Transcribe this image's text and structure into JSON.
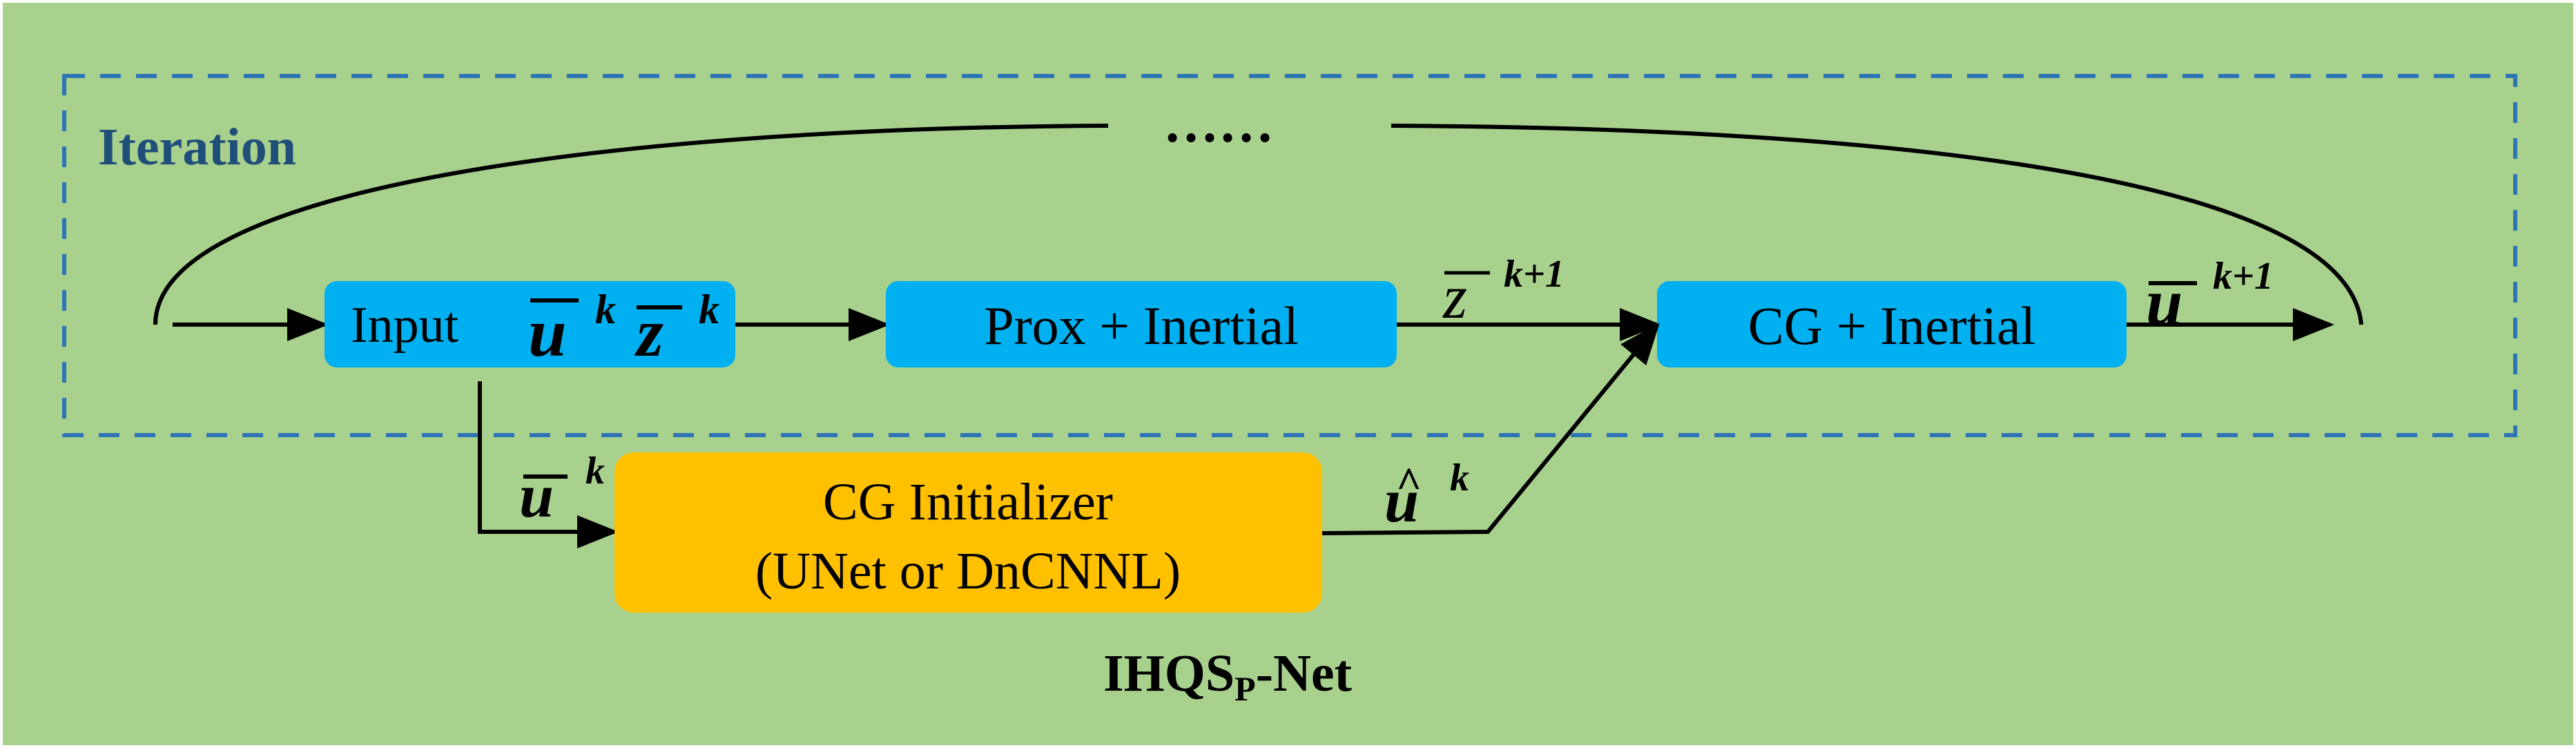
{
  "colors": {
    "background": "#a9d18e",
    "dashed_frame": "#2e75b6",
    "iteration_label": "#1f4e79",
    "process_box": "#00b0f0",
    "initializer_box": "#ffc000",
    "lines": "#000000"
  },
  "iteration_label": "Iteration",
  "ellipsis": "……",
  "boxes": {
    "input": {
      "label": "Input",
      "math_u": "u",
      "math_u_sup": "k",
      "math_z": "z",
      "math_z_sup": "k"
    },
    "prox": {
      "label": "Prox + Inertial"
    },
    "cg": {
      "label": "CG + Inertial"
    },
    "initializer": {
      "line1": "CG Initializer",
      "line2": "(UNet or DnCNNL)"
    }
  },
  "edge_labels": {
    "z_next": {
      "symbol": "z",
      "sup": "k+1"
    },
    "u_next": {
      "symbol": "u",
      "sup": "k+1"
    },
    "u_bar_k": {
      "symbol": "u",
      "sup": "k"
    },
    "u_hat_k": {
      "symbol": "u",
      "accent": "^",
      "sup": "k"
    }
  },
  "footer": {
    "title_main": "IHQS",
    "title_sub": "P",
    "title_suffix": "-Net"
  }
}
